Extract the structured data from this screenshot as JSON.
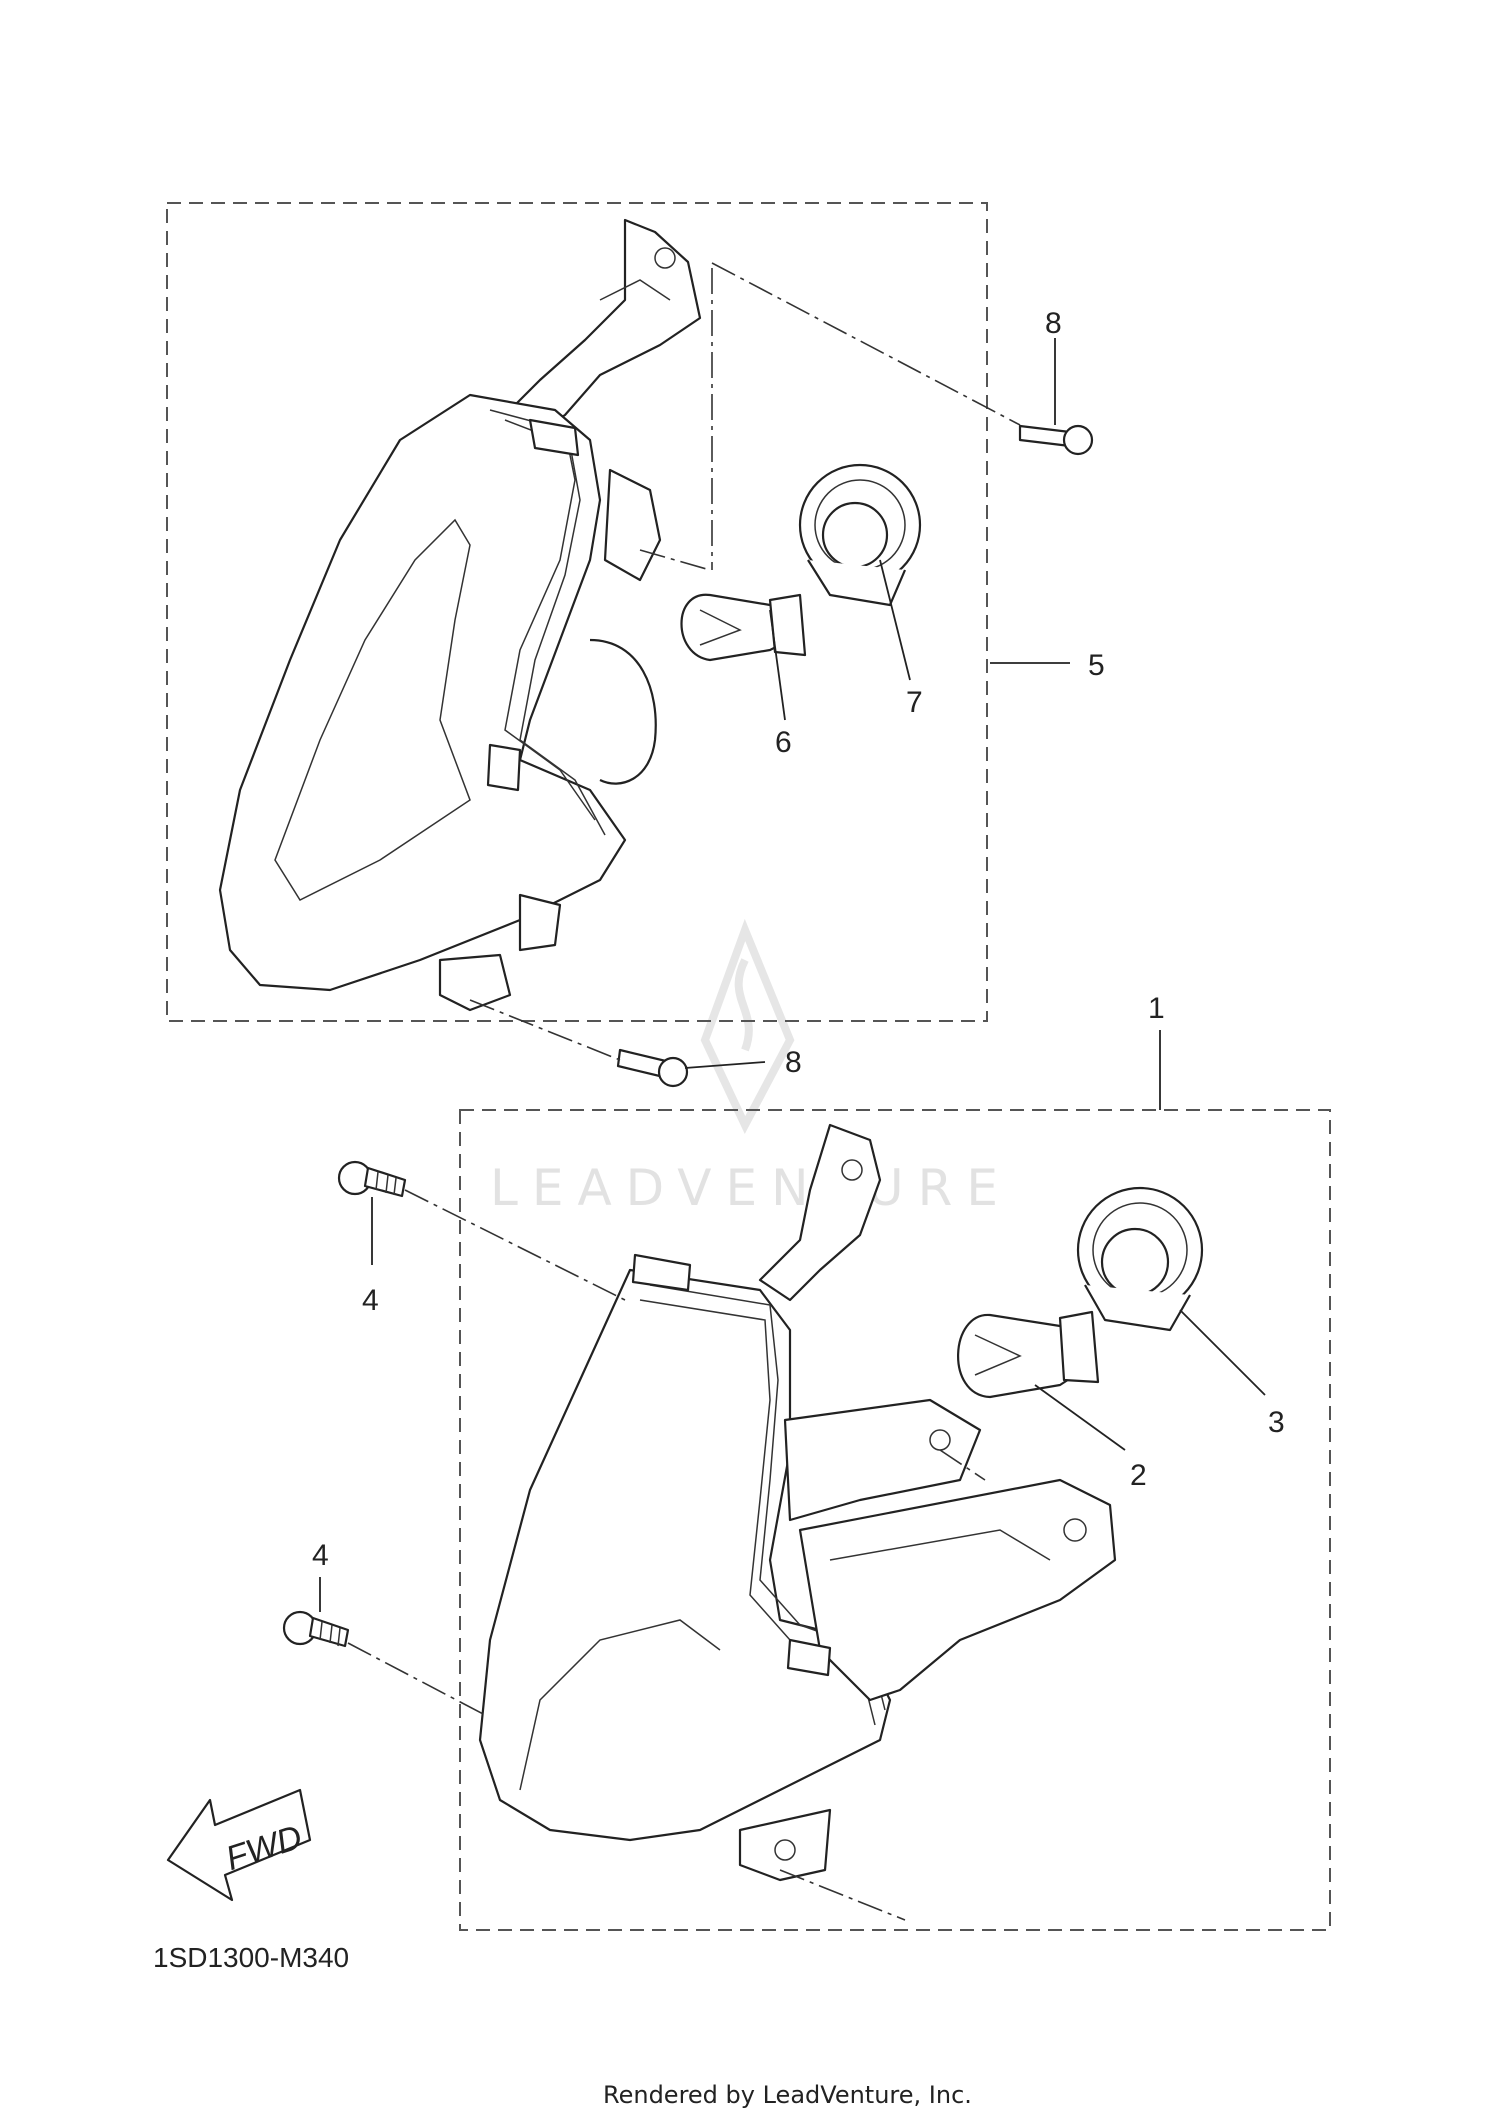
{
  "diagram": {
    "callouts": {
      "c1": "1",
      "c2": "2",
      "c3": "3",
      "c4a": "4",
      "c4b": "4",
      "c5": "5",
      "c6": "6",
      "c7": "7",
      "c8a": "8",
      "c8b": "8"
    },
    "fwd_label": "FWD",
    "diagram_code": "1SD1300-M340",
    "footer": "Rendered by LeadVenture, Inc.",
    "watermark": "LEADVENTURE"
  }
}
